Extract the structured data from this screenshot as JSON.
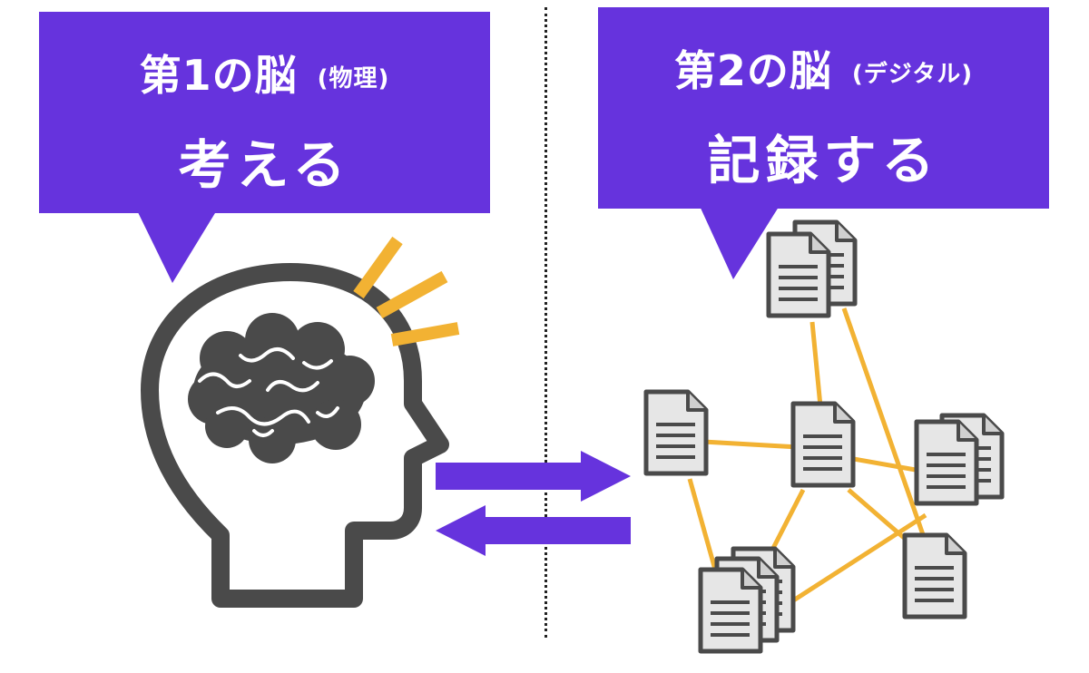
{
  "left_bubble": {
    "title": "第1の脳",
    "subtitle": "(物理)",
    "main": "考える"
  },
  "right_bubble": {
    "title": "第2の脳",
    "subtitle": "(デジタル)",
    "main": "記録する"
  },
  "colors": {
    "accent": "#6633dd",
    "link": "#f2b233",
    "icon": "#4a4a4a"
  },
  "icons": [
    "head-brain-icon",
    "document-icon",
    "arrow-right-icon",
    "arrow-left-icon"
  ]
}
